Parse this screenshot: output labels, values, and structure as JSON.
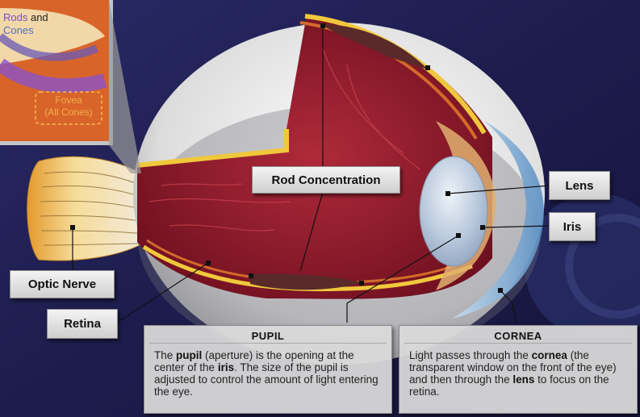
{
  "labels": {
    "rod_concentration": "Rod Concentration",
    "lens": "Lens",
    "iris": "Iris",
    "optic_nerve": "Optic Nerve",
    "retina": "Retina"
  },
  "inset": {
    "rods": "Rods",
    "and": " and",
    "cones": "Cones",
    "fovea": "Fovea",
    "fovea_sub": "(All Cones)"
  },
  "pupil_box": {
    "title": "PUPIL",
    "t1": "The ",
    "b1": "pupil",
    "t2": " (aperture) is the opening at the center of the ",
    "b2": "iris",
    "t3": ". The size of the pupil is adjusted to control the amount of light entering the eye."
  },
  "cornea_box": {
    "title": "CORNEA",
    "t1": "Light passes through the ",
    "b1": "cornea",
    "t2": " (the transparent window on the front of the eye) and then through the ",
    "b2": "lens",
    "t3": " to focus on the retina."
  },
  "colors": {
    "background": "#1c1b4a",
    "retina_red": "#8e1a2b",
    "sclera": "#e9e9e9",
    "inset_orange": "#d9642a",
    "rods_color": "#7a4fc2",
    "fovea_text": "#f2b04a"
  }
}
